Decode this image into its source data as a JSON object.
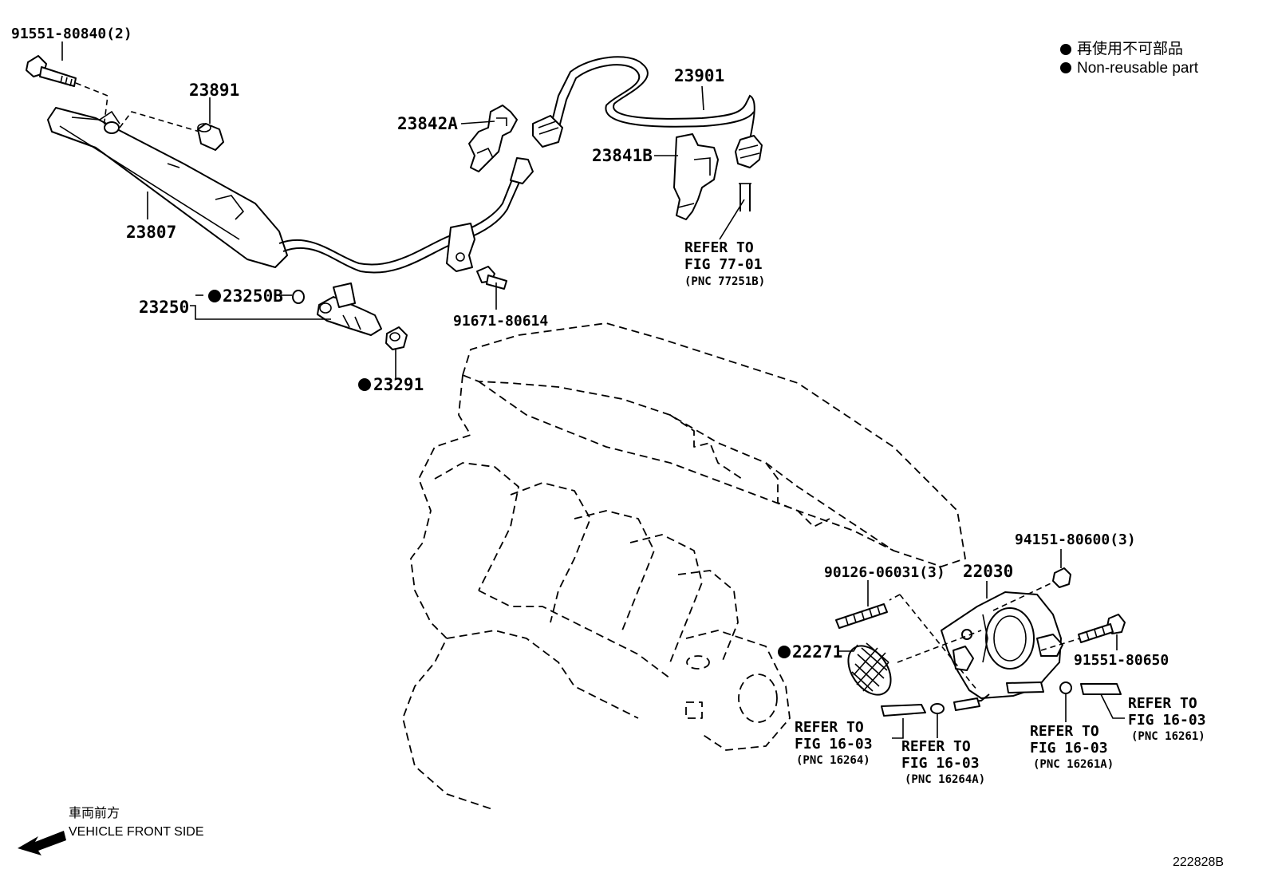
{
  "legend": {
    "jp": "再使用不可部品",
    "en": "Non-reusable part"
  },
  "labels": {
    "p91551_80840": "91551-80840(2)",
    "p23891": "23891",
    "p23807": "23807",
    "p23842A": "23842A",
    "p23901": "23901",
    "p23841B": "23841B",
    "p23250": "23250",
    "p23250B": "23250B",
    "p23291": "23291",
    "p91671_80614": "91671-80614",
    "p94151_80600": "94151-80600(3)",
    "p90126_06031": "90126-06031(3)",
    "p22030": "22030",
    "p22271": "22271",
    "p91551_80650": "91551-80650"
  },
  "refs": {
    "r77": {
      "l1": "REFER TO",
      "l2": "FIG 77-01",
      "l3": "(PNC 77251B)"
    },
    "r16264": {
      "l1": "REFER TO",
      "l2": "FIG 16-03",
      "l3": "(PNC 16264)"
    },
    "r16264A": {
      "l1": "REFER TO",
      "l2": "FIG 16-03",
      "l3": "(PNC 16264A)"
    },
    "r16261A": {
      "l1": "REFER TO",
      "l2": "FIG 16-03",
      "l3": "(PNC 16261A)"
    },
    "r16261": {
      "l1": "REFER TO",
      "l2": "FIG 16-03",
      "l3": "(PNC 16261)"
    }
  },
  "footer": {
    "front_jp": "車両前方",
    "front_en": "VEHICLE FRONT SIDE",
    "code": "222828B"
  }
}
